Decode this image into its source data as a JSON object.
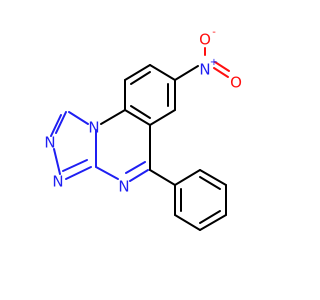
{
  "molecule": {
    "atoms": {
      "nitro_n": {
        "label": "N",
        "color": "#1f1ff2"
      },
      "nitro_n_charge": {
        "label": "+",
        "color": "#1f1ff2"
      },
      "nitro_o_top": {
        "label": "O",
        "color": "#ff1010"
      },
      "nitro_o_top_charge": {
        "label": "-",
        "color": "#ff1010"
      },
      "nitro_o_bottom": {
        "label": "O",
        "color": "#ff1010"
      },
      "triazole_n1": {
        "label": "N",
        "color": "#1f1ff2"
      },
      "triazole_n2": {
        "label": "N",
        "color": "#1f1ff2"
      },
      "triazole_n3": {
        "label": "N",
        "color": "#1f1ff2"
      },
      "triazole_n4": {
        "label": "N",
        "color": "#1f1ff2"
      },
      "ring_n5": {
        "label": "N",
        "color": "#1f1ff2"
      }
    },
    "colors": {
      "bond": "#000000",
      "nitrogen": "#1f1ff2",
      "oxygen": "#ff1010"
    }
  }
}
